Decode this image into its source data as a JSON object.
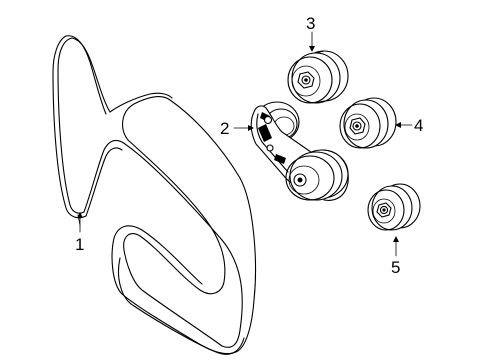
{
  "diagram": {
    "parts": [
      {
        "callout": "1",
        "part": "serpentine-belt"
      },
      {
        "callout": "2",
        "part": "belt-tensioner"
      },
      {
        "callout": "3",
        "part": "idler-pulley-upper"
      },
      {
        "callout": "4",
        "part": "idler-pulley-right"
      },
      {
        "callout": "5",
        "part": "idler-pulley-lower"
      }
    ],
    "line_color": "#000000",
    "background": "#ffffff"
  }
}
